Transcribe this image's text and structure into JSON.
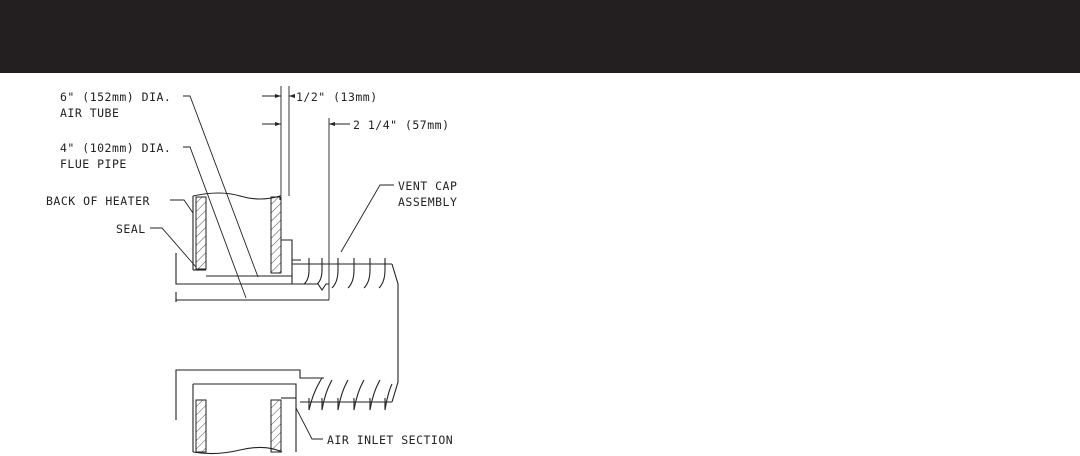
{
  "header": {
    "band_color": "#231f20"
  },
  "diagram": {
    "labels": {
      "air_tube_line1": "6\" (152mm) DIA.",
      "air_tube_line2": "AIR TUBE",
      "flue_pipe_line1": "4\" (102mm) DIA.",
      "flue_pipe_line2": "FLUE PIPE",
      "back_of_heater": "BACK OF HEATER",
      "seal": "SEAL",
      "dim_half_inch": "1/2\" (13mm)",
      "dim_two_quarter": "2 1/4\" (57mm)",
      "vent_cap_line1": "VENT CAP",
      "vent_cap_line2": "ASSEMBLY",
      "air_inlet": "AIR INLET SECTION"
    }
  }
}
